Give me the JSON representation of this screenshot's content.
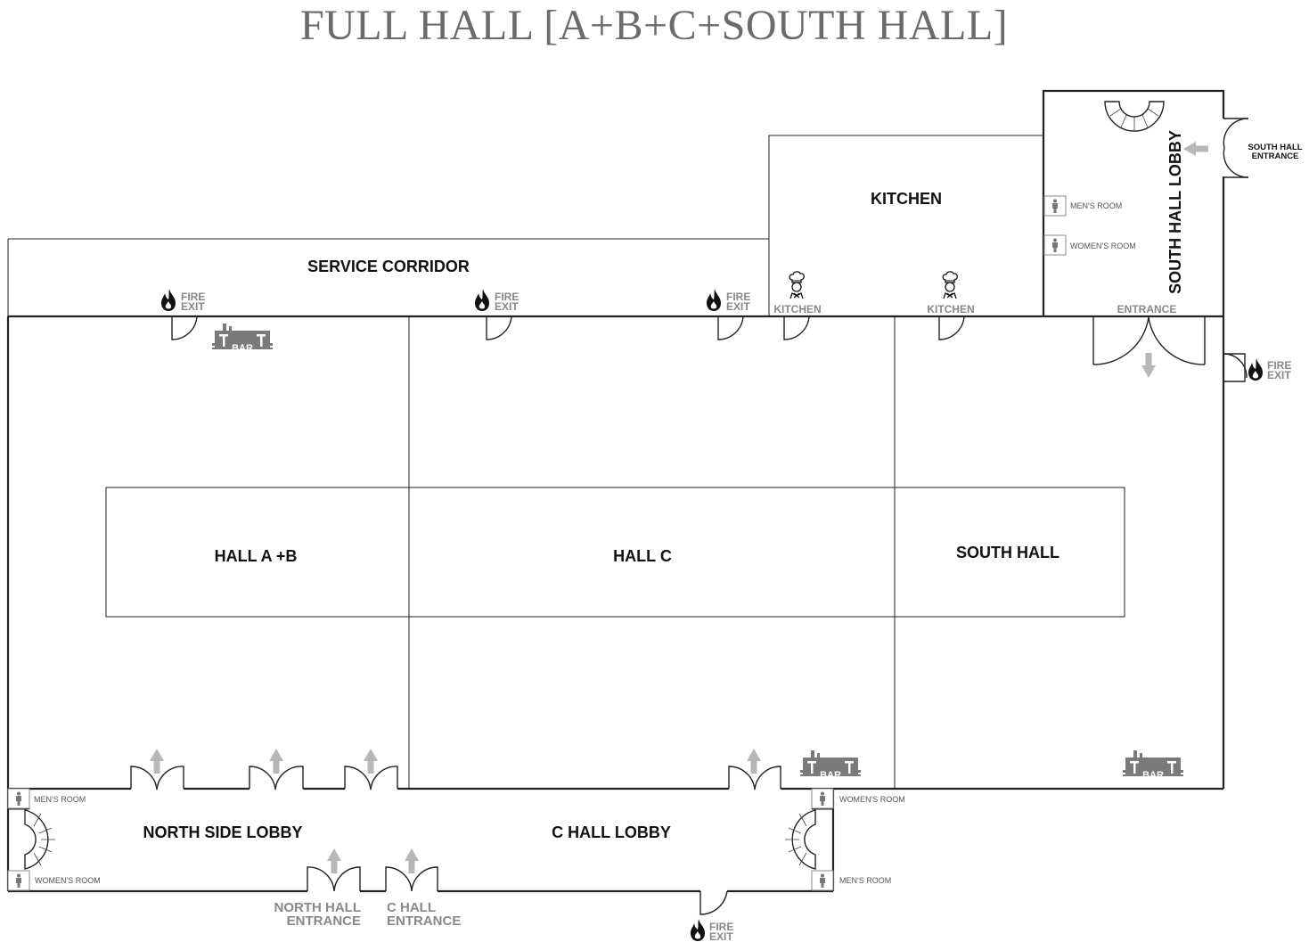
{
  "title": "FULL HALL [A+B+C+SOUTH HALL]",
  "rooms": {
    "service_corridor": "SERVICE CORRIDOR",
    "kitchen": "KITCHEN",
    "south_hall_lobby": "SOUTH HALL LOBBY",
    "hall_ab": "HALL A +B",
    "hall_c": "HALL C",
    "south_hall": "SOUTH HALL",
    "north_side_lobby": "NORTH SIDE LOBBY",
    "c_hall_lobby": "C HALL LOBBY"
  },
  "labels": {
    "fire": "FIRE",
    "exit": "EXIT",
    "kitchen_small": "KITCHEN",
    "entrance": "ENTRANCE",
    "mens_room": "MEN'S ROOM",
    "womens_room": "WOMEN'S ROOM",
    "bar": "BAR",
    "south_hall_entrance_1": "SOUTH HALL",
    "south_hall_entrance_2": "ENTRANCE",
    "north_hall_entrance_1": "NORTH HALL",
    "north_hall_entrance_2": "ENTRANCE",
    "c_hall_entrance_1": "C HALL",
    "c_hall_entrance_2": "ENTRANCE"
  },
  "icons": [
    "fire-icon",
    "chef-icon",
    "bar-icon",
    "restroom-icon",
    "stair-icon",
    "arrow-icon"
  ],
  "colors": {
    "wall": "#222222",
    "arrow": "#b7b7b7",
    "bar": "#7a7a7a",
    "title": "#6b6b6b"
  }
}
